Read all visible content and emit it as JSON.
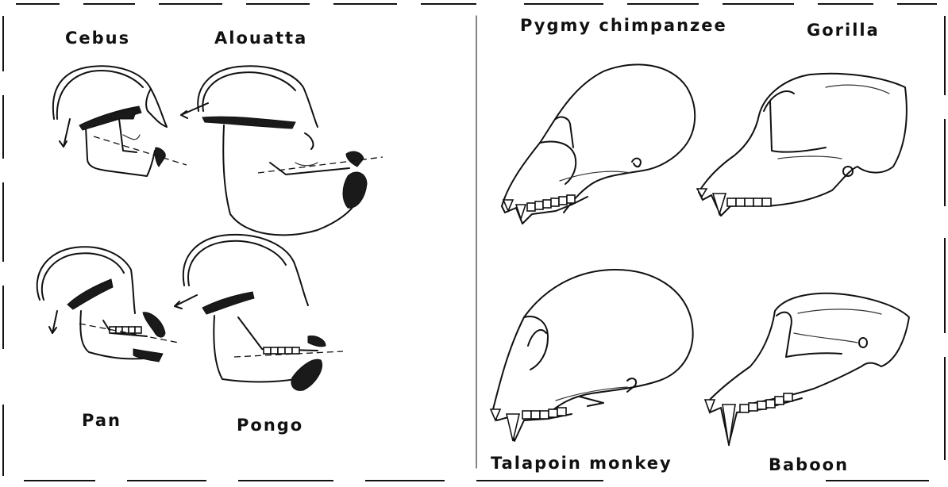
{
  "labels": {
    "cebus": "Cebus",
    "alouatta": "Alouatta",
    "pan": "Pan",
    "pongo": "Pongo",
    "pygmy_chimpanzee": "Pygmy chimpanzee",
    "gorilla": "Gorilla",
    "talapoin_monkey": "Talapoin monkey",
    "baboon": "Baboon"
  }
}
